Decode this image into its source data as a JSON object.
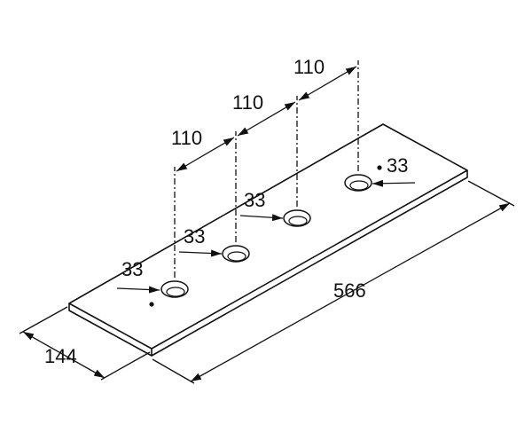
{
  "dimensions": {
    "hole_spacing": [
      "110",
      "110",
      "110"
    ],
    "hole_diameters": [
      "33",
      "33",
      "33",
      "33"
    ],
    "length": "566",
    "width": "144"
  },
  "colors": {
    "line": "#111111",
    "background": "#ffffff"
  }
}
